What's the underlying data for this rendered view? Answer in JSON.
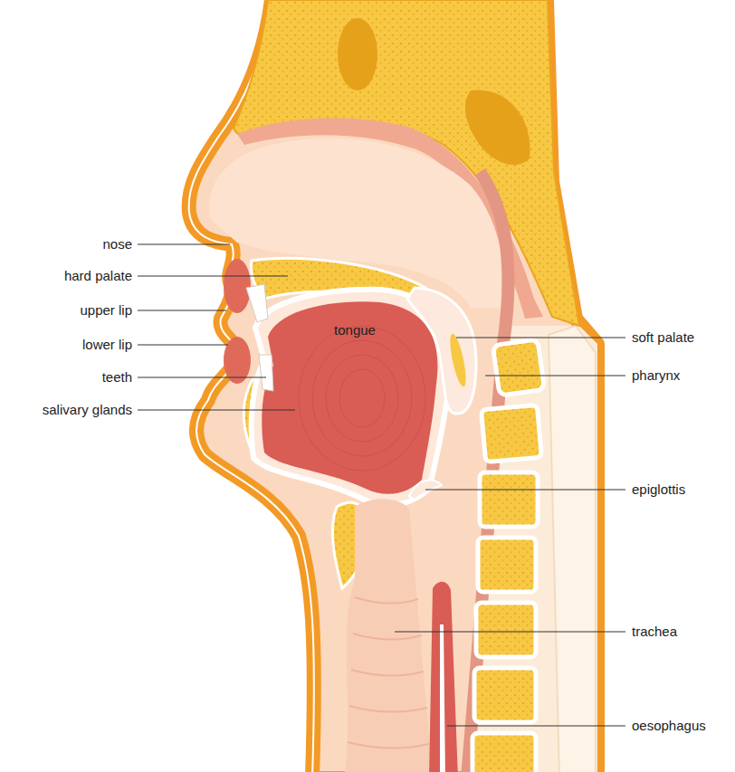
{
  "diagram": {
    "labels": [
      "nose",
      "hard palate",
      "upper lip",
      "lower lip",
      "teeth",
      "salivary glands",
      "tongue",
      "soft palate",
      "pharynx",
      "epiglottis",
      "trachea",
      "oesophagus"
    ]
  }
}
